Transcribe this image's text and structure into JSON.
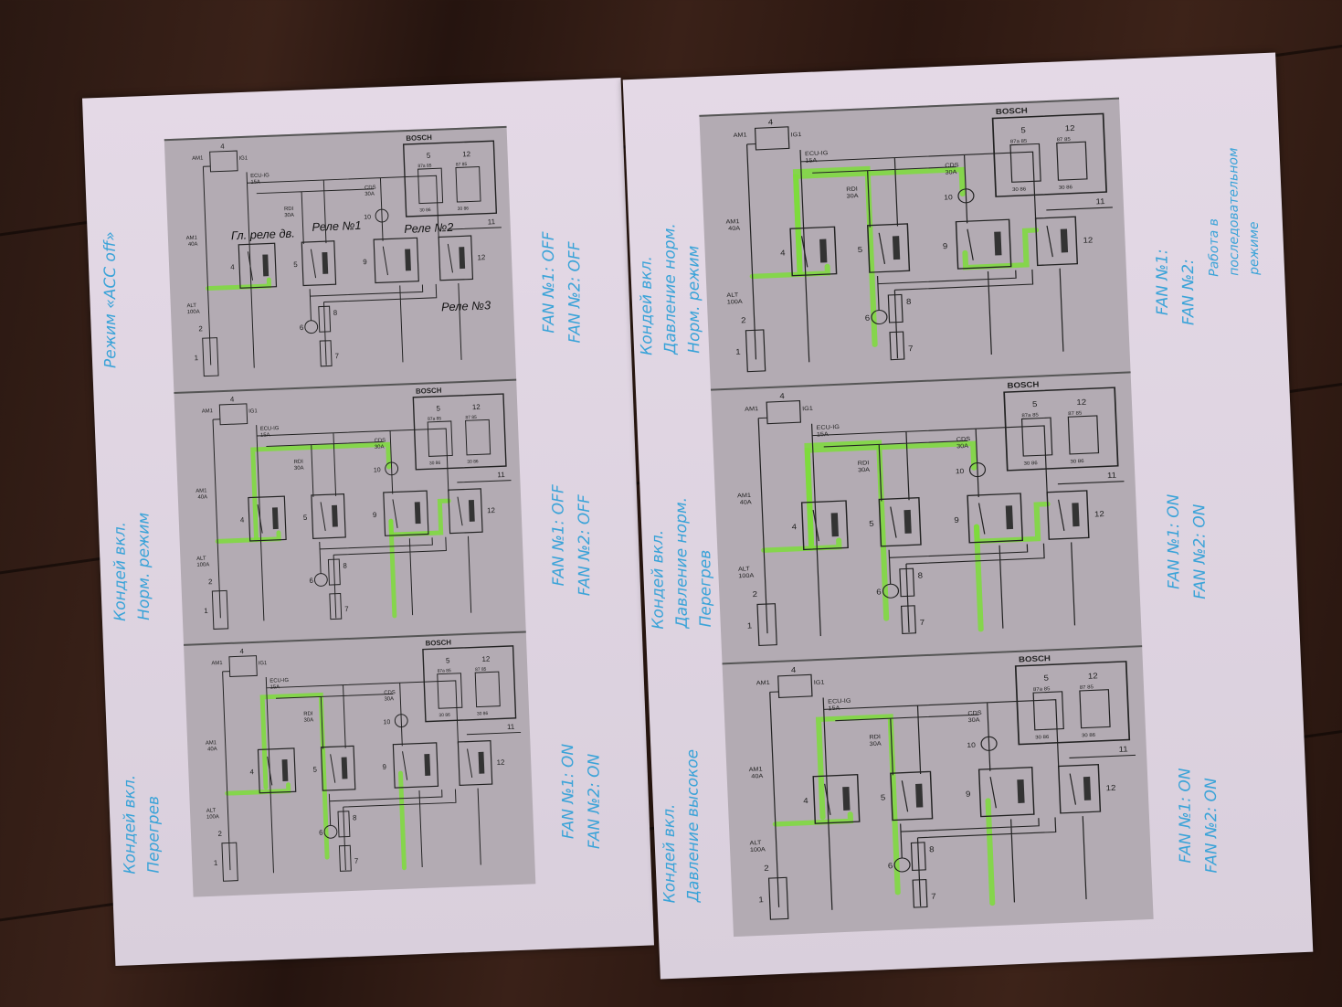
{
  "diagram_labels": {
    "bosch": "BOSCH",
    "relay5": "5",
    "relay12": "12",
    "pins_5_top": "87a 85",
    "pins_12_top": "87 85",
    "pins_bottom": "30 86",
    "am1": "AM1",
    "ig1": "IG1",
    "ign_switch": "4",
    "ecu_ig": "ECU-IG",
    "ecu_ig_amp": "15A",
    "am1_fuse": "AM1",
    "am1_amp": "40A",
    "alt": "ALT",
    "alt_amp": "100A",
    "rdi": "RDI",
    "rdi_amp": "30A",
    "cds": "CDS",
    "cds_amp": "30A",
    "n1": "1",
    "n2": "2",
    "n4": "4",
    "n5": "5",
    "n6": "6",
    "n7": "7",
    "n8": "8",
    "n9": "9",
    "n10": "10",
    "n11": "11",
    "n12": "12"
  },
  "left_page": {
    "panels": [
      {
        "notes_left": [
          "Режим «ACC off»"
        ],
        "notes_right": [
          "FAN №1: OFF",
          "FAN №2: OFF"
        ],
        "annotations": {
          "main_relay": "Гл. реле дв.",
          "relay1": "Реле №1",
          "relay2": "Реле №2",
          "relay3": "Реле №3"
        }
      },
      {
        "notes_left": [
          "Кондей вкл.",
          "Норм. режим"
        ],
        "notes_right": [
          "FAN №1: OFF",
          "FAN №2: OFF"
        ]
      },
      {
        "notes_left": [
          "Кондей вкл.",
          "Перегрев"
        ],
        "notes_right": [
          "FAN №1: ON",
          "FAN №2: ON"
        ]
      }
    ]
  },
  "right_page": {
    "panels": [
      {
        "notes_left": [
          "Кондей вкл.",
          "Давление норм.",
          "Норм. режим"
        ],
        "notes_right": [
          "FAN №1:",
          "FAN №2:"
        ],
        "brace_note": [
          "Работа в",
          "последовательном",
          "режиме"
        ]
      },
      {
        "notes_left": [
          "Кондей вкл.",
          "Давление норм.",
          "Перегрев"
        ],
        "notes_right": [
          "FAN №1: ON",
          "FAN №2: ON"
        ]
      },
      {
        "notes_left": [
          "Кондей вкл.",
          "Давление высокое"
        ],
        "notes_right": [
          "FAN №1: ON",
          "FAN №2: ON"
        ]
      }
    ]
  },
  "colors": {
    "highlight": "#7ddc3a",
    "ink": "#3aa3d8",
    "paper": "#ddd3df",
    "diagram": "#b3abb3"
  }
}
